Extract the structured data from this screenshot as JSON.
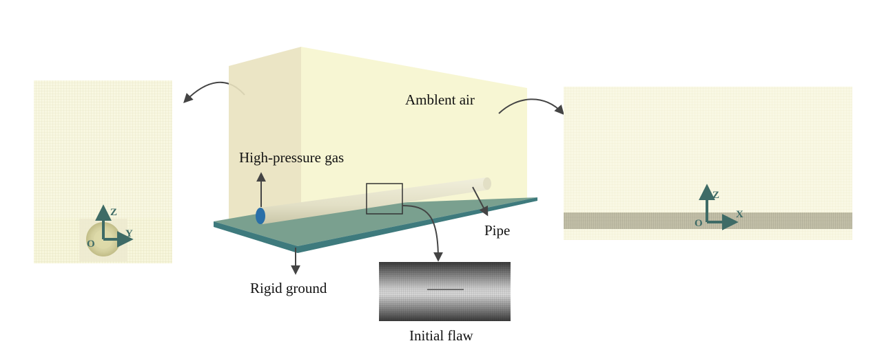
{
  "labels": {
    "ambient_air": "Amblent air",
    "high_pressure_gas": "High-pressure gas",
    "pipe": "Pipe",
    "rigid_ground": "Rigid ground",
    "initial_flaw": "Initial flaw"
  },
  "left_view": {
    "axis_vertical": "Z",
    "axis_horizontal": "Y",
    "origin": "O"
  },
  "right_view": {
    "axis_vertical": "Z",
    "axis_horizontal": "X",
    "origin": "O"
  },
  "colors": {
    "air_volume": "#f6f5cf",
    "air_side_face": "#e9e2bf",
    "ground": "#7aa08f",
    "ground_edge": "#3e7a7d",
    "pipe": "#e5e3cd",
    "pipe_end": "#2a6fa8",
    "axis": "#3e6b66",
    "arrow": "#444444",
    "mesh_bg": "#f7f6dc",
    "mesh_line": "#d9d6aa"
  }
}
